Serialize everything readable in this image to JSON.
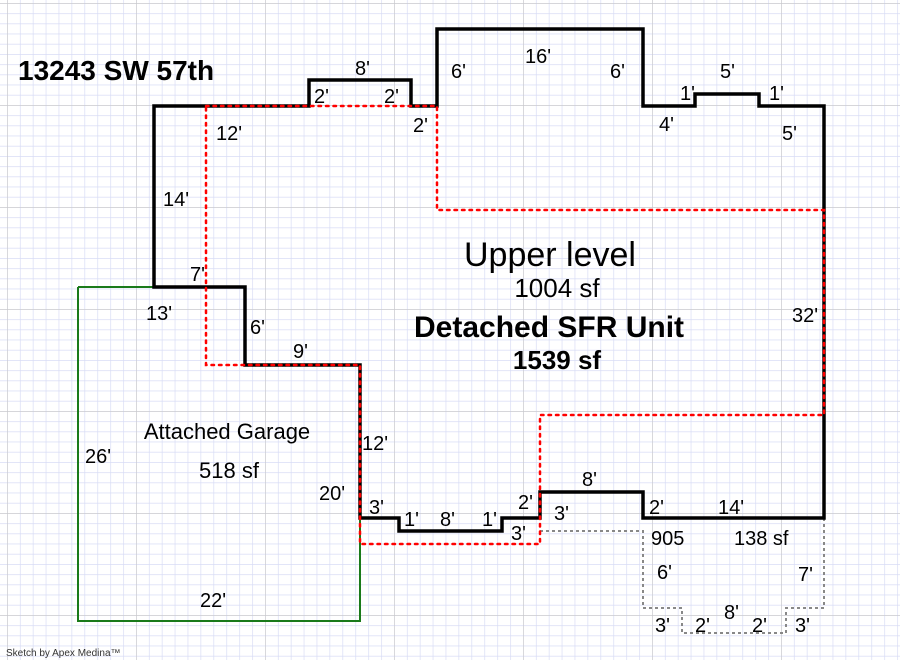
{
  "address": "13243 SW 57th",
  "credit": "Sketch by Apex Medina™",
  "colors": {
    "grid_minor": "#d8dcf5",
    "grid_major": "#c8c8c8",
    "main_outline": "#000000",
    "upper_level_outline": "#ff0000",
    "garage_outline": "#1a7a1a",
    "porch_outline": "#888888"
  },
  "areas": {
    "upper_level": {
      "name": "Upper level",
      "area": "1004 sf"
    },
    "main_unit": {
      "name": "Detached SFR Unit",
      "area": "1539 sf"
    },
    "garage": {
      "name": "Attached Garage",
      "area": "518 sf"
    },
    "porch": {
      "code": "905",
      "area": "138 sf"
    }
  },
  "dimensions": {
    "top_bump_width": "8'",
    "top_bump_left": "2'",
    "top_bump_right": "2'",
    "top_step": "2'",
    "upper_left_top": "12'",
    "left_wall": "14'",
    "rear_top": "16'",
    "rear_left": "6'",
    "rear_right": "6'",
    "notch_left_h": "4'",
    "notch_left_v": "1'",
    "notch_top": "5'",
    "notch_right_v": "1'",
    "notch_right_h": "5'",
    "right_wall": "32'",
    "left_step": "7'",
    "garage_top": "13'",
    "inner_step_v": "6'",
    "inner_step_h": "9'",
    "inner_wall": "12'",
    "garage_side": "26'",
    "garage_right": "20'",
    "garage_bottom": "22'",
    "front_a": "3'",
    "front_b": "1'",
    "front_c": "8'",
    "front_d": "1'",
    "front_e": "3'",
    "front_f": "2'",
    "front_g": "3'",
    "front_bump": "8'",
    "front_h": "2'",
    "front_i": "14'",
    "porch_left": "6'",
    "porch_right": "7'",
    "porch_b1": "3'",
    "porch_b2": "2'",
    "porch_b3": "8'",
    "porch_b4": "2'",
    "porch_b5": "3'"
  }
}
